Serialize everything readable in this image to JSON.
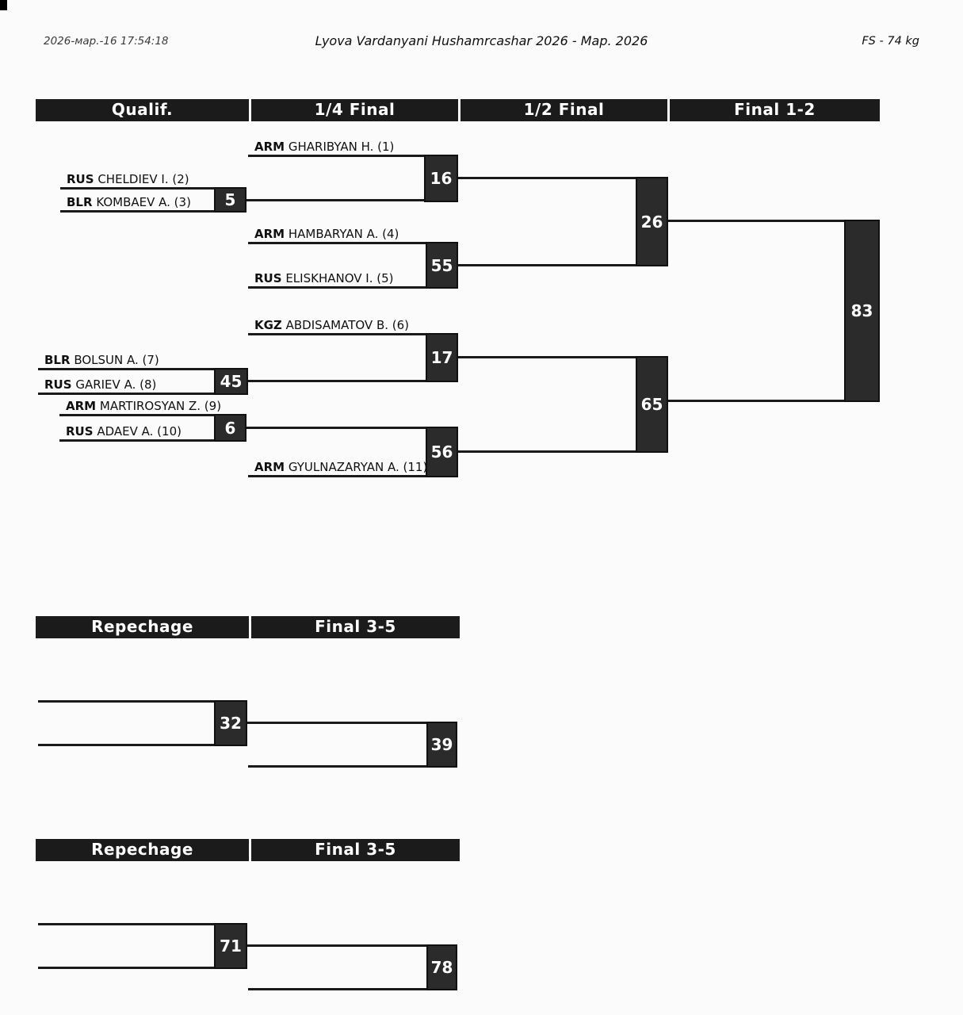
{
  "page_header": {
    "timestamp": "2026-мар.-16 17:54:18",
    "title": "Lyova Vardanyani Hushamrcashar 2026 - Map. 2026",
    "weight_class": "FS - 74 kg"
  },
  "bracket": {
    "columns": [
      "Qualif.",
      "1/4 Final",
      "1/2 Final",
      "Final 1-2"
    ],
    "participants": [
      {
        "country": "ARM",
        "name": "GHARIBYAN H. (1)"
      },
      {
        "country": "RUS",
        "name": "CHELDIEV I. (2)"
      },
      {
        "country": "BLR",
        "name": "KOMBAEV A. (3)"
      },
      {
        "country": "ARM",
        "name": "HAMBARYAN A. (4)"
      },
      {
        "country": "RUS",
        "name": "ELISKHANOV I. (5)"
      },
      {
        "country": "KGZ",
        "name": "ABDISAMATOV B. (6)"
      },
      {
        "country": "BLR",
        "name": "BOLSUN A. (7)"
      },
      {
        "country": "RUS",
        "name": "GARIEV A. (8)"
      },
      {
        "country": "ARM",
        "name": "MARTIROSYAN Z. (9)"
      },
      {
        "country": "RUS",
        "name": "ADAEV A. (10)"
      },
      {
        "country": "ARM",
        "name": "GYULNAZARYAN A. (11)"
      }
    ],
    "matches": {
      "qualif": [
        "5",
        "45",
        "6"
      ],
      "quarterfinal": [
        "16",
        "55",
        "17",
        "56"
      ],
      "semifinal": [
        "26",
        "65"
      ],
      "final": [
        "83"
      ]
    }
  },
  "repechage_top": {
    "columns": [
      "Repechage",
      "Final 3-5"
    ],
    "matches": [
      "32",
      "39"
    ]
  },
  "repechage_bottom": {
    "columns": [
      "Repechage",
      "Final 3-5"
    ],
    "matches": [
      "71",
      "78"
    ]
  }
}
